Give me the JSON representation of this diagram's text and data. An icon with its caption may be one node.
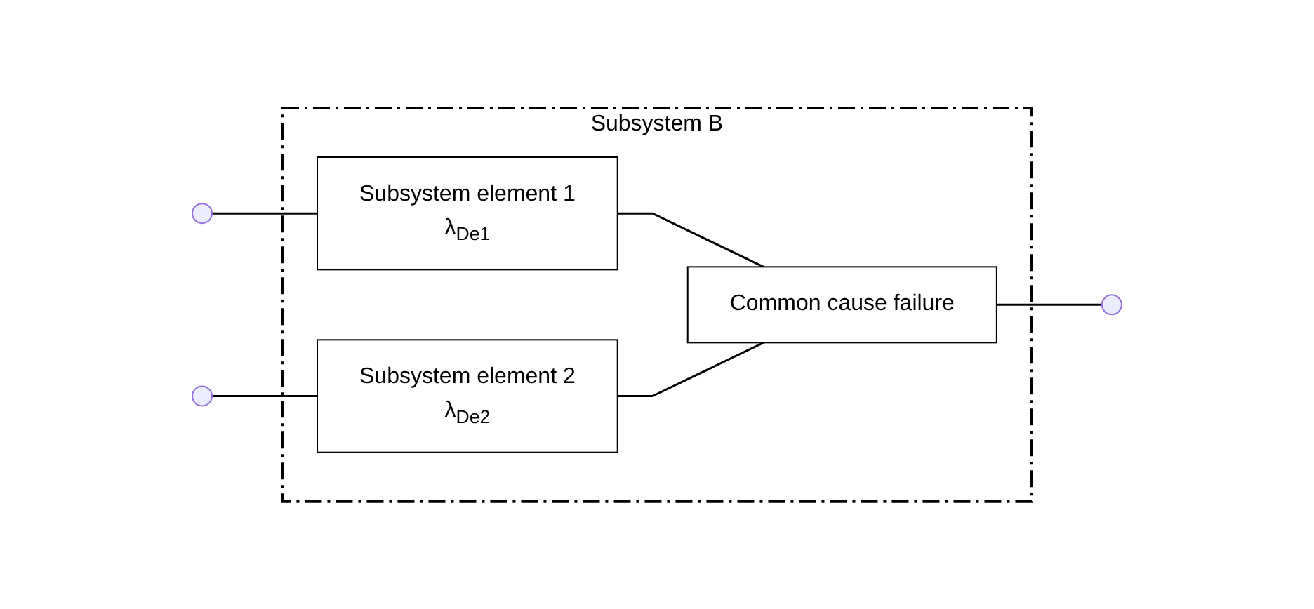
{
  "diagram": {
    "nodes": [
      {
        "text": [
          "Subsystem B"
        ]
      },
      {
        "text": [
          "Subsystem element 1",
          "λ$_{De1}$"
        ],
        "in": 0
      },
      {
        "text": [
          "Subsystem element 2",
          "λ$_{De2}$"
        ],
        "in": 0
      },
      {
        "text": [
          "Common cause failure"
        ],
        "in": 0
      },
      {
        "text": [],
        "shape": "circle"
      },
      {
        "text": [],
        "shape": "circle"
      },
      {
        "text": [],
        "shape": "circle"
      }
    ],
    "edges": [
      {
        "from": 4,
        "to": 1,
        "arrow": "none"
      },
      {
        "from": 5,
        "to": 2,
        "arrow": "none"
      },
      {
        "from": 1,
        "to": 3,
        "arrow": "none"
      },
      {
        "from": 2,
        "to": 3,
        "arrow": "none"
      },
      {
        "from": 3,
        "to": 6,
        "arrow": "none"
      }
    ]
  }
}
